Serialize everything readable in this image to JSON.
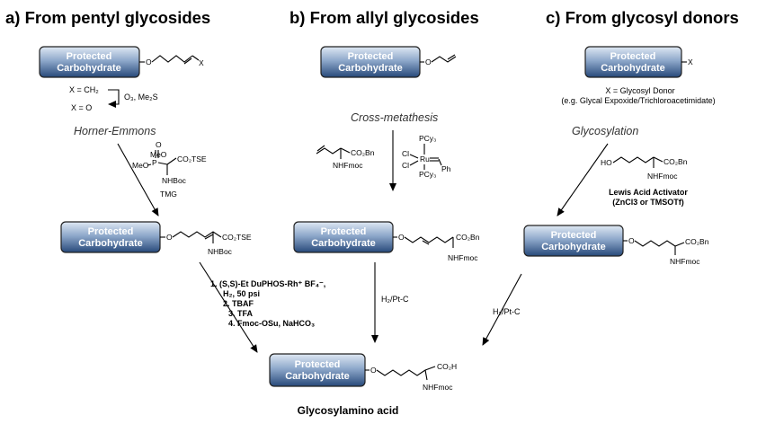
{
  "headings": {
    "a": "a) From pentyl glycosides",
    "b": "b) From allyl glycosides",
    "c": "c) From glycosyl donors"
  },
  "box": {
    "line1": "Protected",
    "line2": "Carbohydrate",
    "gradient_top": "#dfe8f3",
    "gradient_bottom": "#27497a",
    "border": "#222222"
  },
  "route_a": {
    "terminal_atom": "X",
    "x_ch2": "X = CH₂",
    "x_o": "X = O",
    "ozonolysis": "O₃, Me₂S",
    "reaction_name": "Horner-Emmons",
    "reagent_meo_top": "MeO",
    "reagent_meo_bottom": "MeO",
    "reagent_p": "P",
    "reagent_o": "O",
    "reagent_ester": "CO₂TSE",
    "reagent_nhboc": "NHBoc",
    "reagent_tmg": "TMG",
    "product_ester": "CO₂TSE",
    "product_nhboc": "NHBoc",
    "steps": [
      "1. (S,S)-Et DuPHOS-Rh⁺ BF₄⁻,",
      "H₂, 50 psi",
      "2. TBAF",
      "3. TFA",
      "4. Fmoc-OSu, NaHCO₃"
    ]
  },
  "route_b": {
    "reaction_name": "Cross-metathesis",
    "partner_ester": "CO₂Bn",
    "partner_nhfmoc": "NHFmoc",
    "cat_pcy3_top": "PCy₃",
    "cat_pcy3_bottom": "PCy₃",
    "cat_cl_top": "Cl",
    "cat_cl_bottom": "Cl",
    "cat_ru": "Ru",
    "cat_ph": "Ph",
    "product_ester": "CO₂Bn",
    "product_nhfmoc": "NHFmoc",
    "hydrogenation": "H₂/Pt-C"
  },
  "route_c": {
    "terminal_atom": "X",
    "x_def_1": "X = Glycosyl Donor",
    "x_def_2": "(e.g. Glycal Expoxide/Trichloroacetimidate)",
    "reaction_name": "Glycosylation",
    "acceptor_ho": "HO",
    "acceptor_ester": "CO₂Bn",
    "acceptor_nhfmoc": "NHFmoc",
    "activator_1": "Lewis Acid Activator",
    "activator_2": "(ZnCl3 or TMSOTf)",
    "product_ester": "CO₂Bn",
    "product_nhfmoc": "NHFmoc",
    "hydrogenation": "H₂/Pt-C"
  },
  "final": {
    "acid": "CO₂H",
    "nhfmoc": "NHFmoc",
    "label": "Glycosylamino acid"
  },
  "linker_o": "O"
}
